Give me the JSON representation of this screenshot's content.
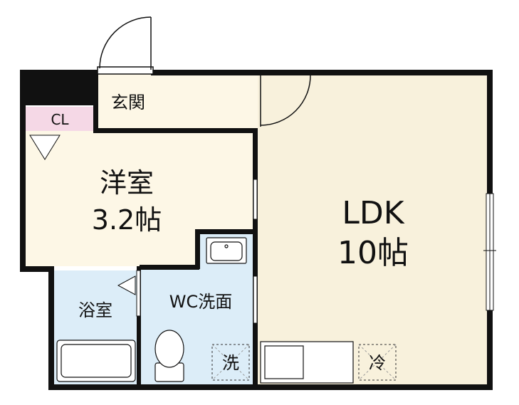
{
  "floorplan": {
    "rooms": {
      "genkan": "玄関",
      "cl": "CL",
      "western_room": {
        "name": "洋室",
        "size": "3.2帖"
      },
      "ldk": {
        "name": "LDK",
        "size": "10帖"
      },
      "bath": "浴室",
      "wc": "WC洗面"
    },
    "fixtures": {
      "washer": "洗",
      "fridge": "冷"
    },
    "colors": {
      "wall": "#111111",
      "ldk_floor": "#f8f1dc",
      "western_floor": "#fdf7e6",
      "genkan_floor": "#fdf7e6",
      "wet_area": "#dcedf8",
      "closet": "#f5d8e6"
    }
  }
}
